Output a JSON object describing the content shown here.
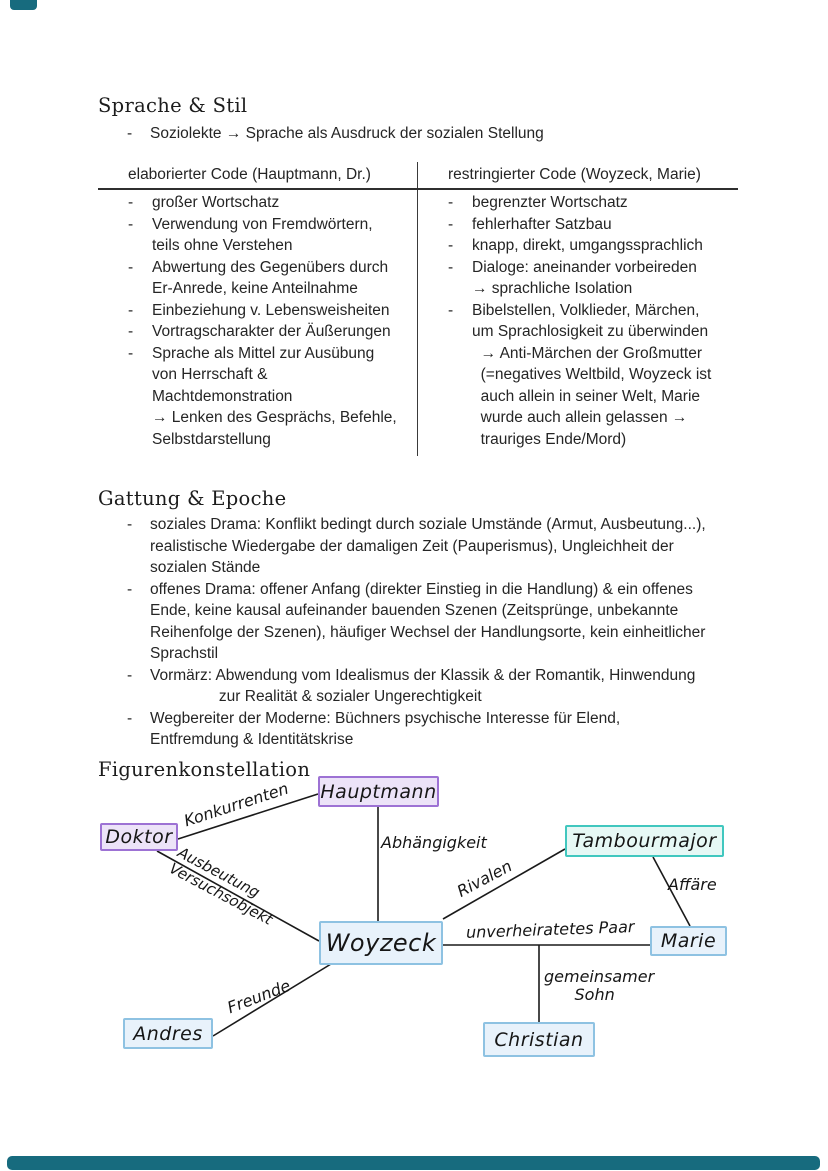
{
  "ui": {
    "dash": "-"
  },
  "colors": {
    "accent_bar": "#176b7e",
    "purple_node_border": "#9d72d4",
    "teal_node_border": "#41c7bf",
    "blue_node_border": "#8ec2e2"
  },
  "sprache": {
    "title": "Sprache & Stil",
    "intro": "Soziolekte → Sprache als Ausdruck der sozialen Stellung",
    "table": {
      "left_header": "elaborierter Code (Hauptmann, Dr.)",
      "right_header": "restringierter Code (Woyzeck, Marie)",
      "left_items": [
        "großer Wortschatz",
        "Verwendung von Fremdwörtern,\nteils ohne Verstehen",
        "Abwertung des Gegenübers durch\nEr-Anrede, keine Anteilnahme",
        "Einbeziehung v. Lebensweisheiten",
        "Vortragscharakter der Äußerungen",
        "Sprache als Mittel zur Ausübung\nvon Herrschaft &\nMachtdemonstration\n→ Lenken des Gesprächs, Befehle,\nSelbstdarstellung"
      ],
      "right_items": [
        "begrenzter Wortschatz",
        "fehlerhafter Satzbau",
        "knapp, direkt, umgangssprachlich",
        "Dialoge: aneinander vorbeireden\n→ sprachliche Isolation",
        "Bibelstellen, Volklieder, Märchen,\num Sprachlosigkeit zu überwinden\n  → Anti-Märchen der Großmutter\n  (=negatives Weltbild, Woyzeck ist\n  auch allein in seiner Welt, Marie\n  wurde auch allein gelassen →\n  trauriges Ende/Mord)"
      ]
    }
  },
  "gattung": {
    "title": "Gattung & Epoche",
    "items": [
      "soziales Drama: Konflikt bedingt durch soziale Umstände (Armut, Ausbeutung...),\nrealistische Wiedergabe der damaligen Zeit (Pauperismus), Ungleichheit der\nsozialen Stände",
      "offenes Drama: offener Anfang (direkter Einstieg in die Handlung) & ein offenes\nEnde, keine kausal aufeinander bauenden Szenen (Zeitsprünge, unbekannte\nReihenfolge der Szenen), häufiger Wechsel der Handlungsorte, kein einheitlicher\nSprachstil",
      "Vormärz: Abwendung vom Idealismus der Klassik & der Romantik, Hinwendung\n                zur Realität & sozialer Ungerechtigkeit",
      "Wegbereiter der Moderne: Büchners psychische Interesse für Elend,\nEntfremdung & Identitätskrise"
    ]
  },
  "figuren": {
    "title": "Figurenkonstellation",
    "nodes": {
      "hauptmann": "Hauptmann",
      "doktor": "Doktor",
      "tambourmajor": "Tambourmajor",
      "woyzeck": "Woyzeck",
      "marie": "Marie",
      "andres": "Andres",
      "christian": "Christian"
    },
    "edges": {
      "konkurrenten": "Konkurrenten",
      "abhaengigkeit": "Abhängigkeit",
      "rivalen": "Rivalen",
      "affaere": "Affäre",
      "paar": "unverheiratetes Paar",
      "sohn": "gemeinsamer\n      Sohn",
      "ausbeutung": "Ausbeutung\nVersuchsobjekt",
      "freunde": "Freunde"
    }
  }
}
